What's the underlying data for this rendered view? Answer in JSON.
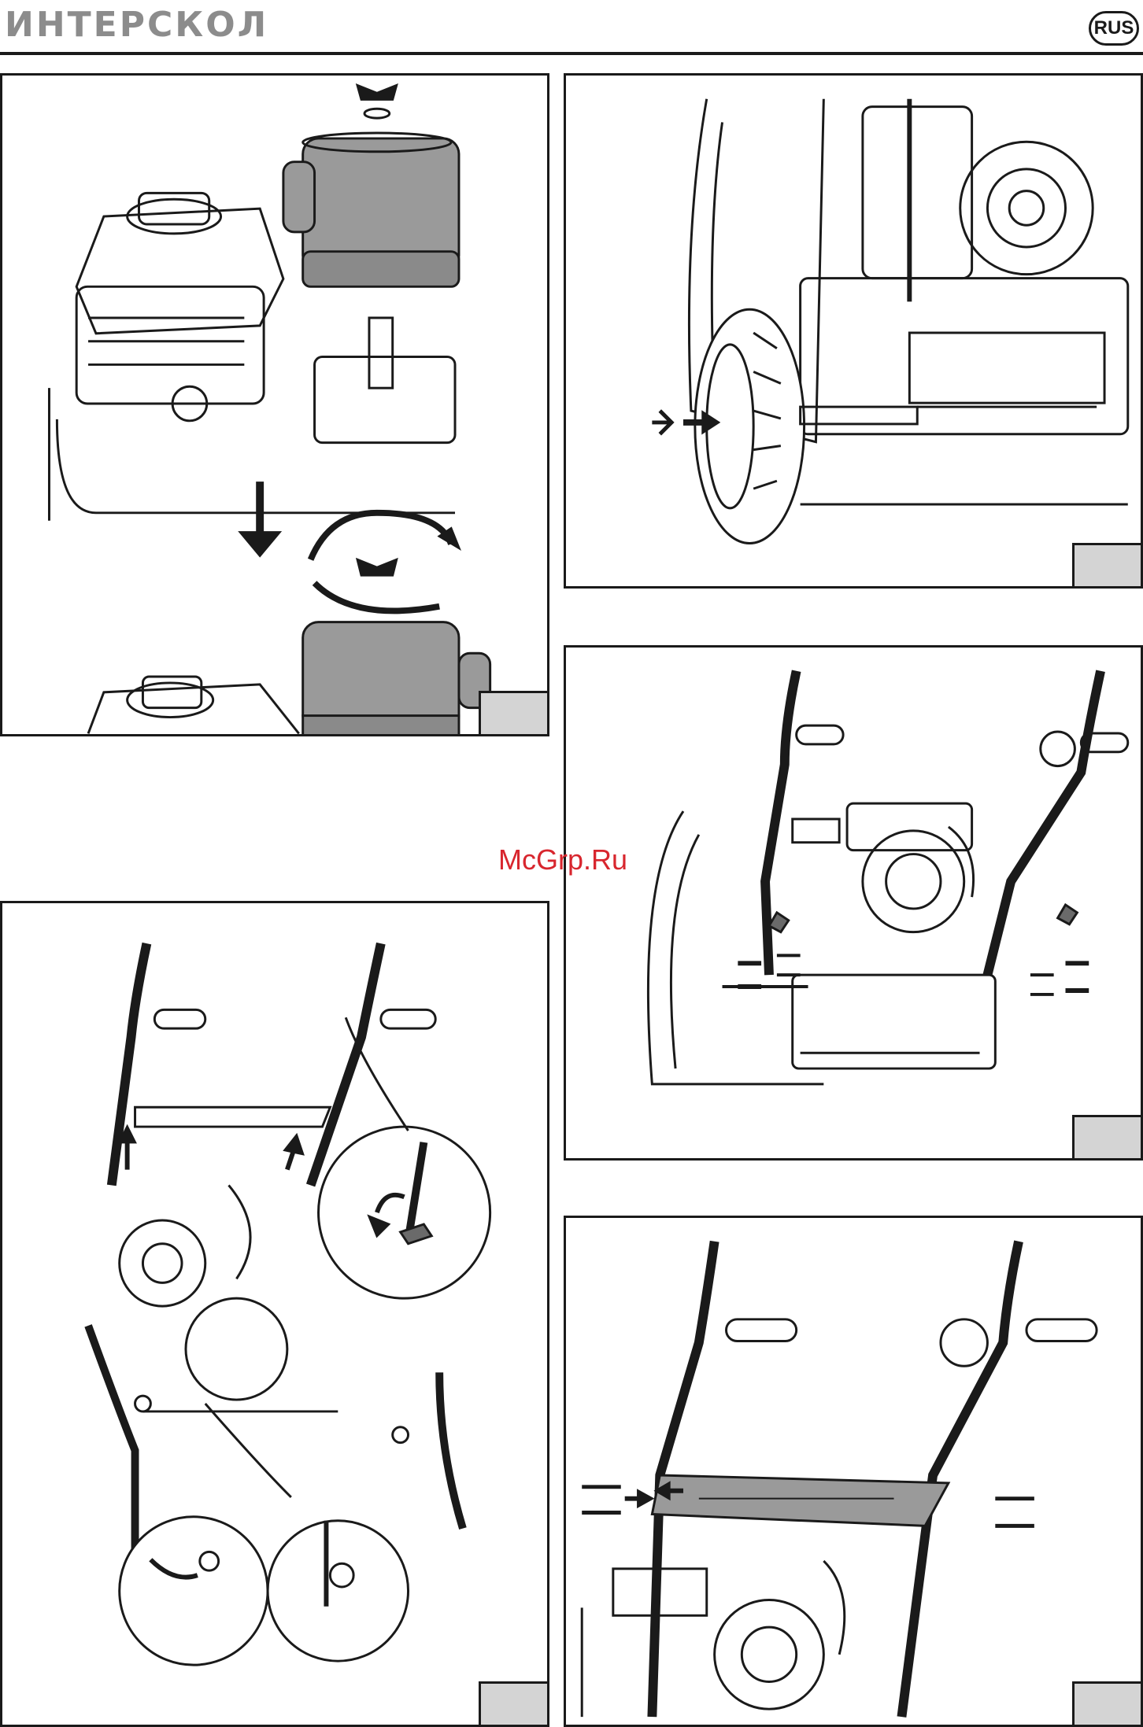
{
  "header": {
    "brand": "ИНТЕРСКОЛ",
    "language_badge": "RUS"
  },
  "watermark": "McGrp.Ru",
  "colors": {
    "line": "#1a1a1a",
    "part_fill": "#9a9a9a",
    "tab_fill": "#d4d4d4",
    "watermark": "#d8262e",
    "brand": "#8c8c8c"
  },
  "panels": [
    {
      "id": "air-filter-assembly",
      "depicts": "engine air filter cover mounting"
    },
    {
      "id": "wheel-mounting",
      "depicts": "wheel mounted on axle"
    },
    {
      "id": "handle-mounting",
      "depicts": "handle bars bolted to frame"
    },
    {
      "id": "cable-routing",
      "depicts": "control cable routing with detail views"
    },
    {
      "id": "cross-brace-mounting",
      "depicts": "handle cross brace bolting"
    }
  ]
}
